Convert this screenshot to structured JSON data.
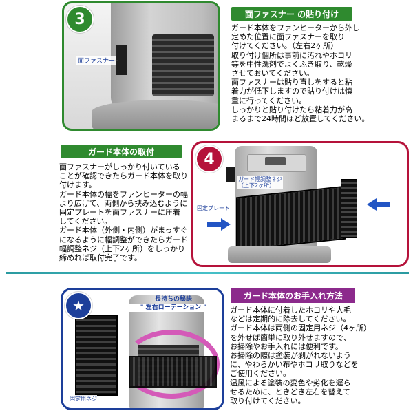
{
  "colors": {
    "green": "#2f8a2f",
    "red": "#b5123a",
    "blue": "#1d3f9a",
    "purple": "#8c2a8c",
    "teal": "#2a9aa0",
    "arrow": "#2255c4",
    "rotation": "#d45ab8"
  },
  "step3": {
    "badge": "3",
    "image_label": "面ファスナー",
    "title": "面ファスナー の貼り付け",
    "text": "ガード本体をファンヒーターから外し\n定めた位置に面ファスナーを取り\n付けてください。（左右2ヶ所）\n取り付け個所は事前に汚れやホコリ\n等を中性洗剤でよくふき取り、乾燥\nさせておいてください。\n面ファスナーは貼り直しをすると粘\n着力が低下しますので貼り付けは慎\n重に行ってください。\nしっかりと貼り付けたら粘着力が高\nまるまで24時間ほど放置してください。"
  },
  "step4": {
    "badge": "4",
    "title": "ガード本体の取付",
    "label_adjust": "ガード幅調整ネジ\n（上下2ヶ所）",
    "label_plate": "固定プレート",
    "text": "面ファスナーがしっかり付いている\nことが確認できたらガード本体を取り\n付けます。\nガード本体の幅をファンヒーターの幅\nより広げて、両側から挟み込むように\n固定プレートを面ファスナーに圧着\nしてください。\nガード本体（外側・内側）がまっすぐ\nになるように幅調整ができたらガード\n幅調整ネジ（上下2ヶ所）をしっかり\n締めれば取付完了です。"
  },
  "care": {
    "badge": "★",
    "rotation_title": "長持ちの秘訣",
    "rotation_sub": "\" 左右ローテーション \"",
    "label_screw": "固定用ネジ",
    "title": "ガード本体のお手入れ方法",
    "text": "ガード本体に付着したホコリや人毛\nなどは定期的に除去してください。\nガード本体は両側の固定用ネジ（4ヶ所）\nを外せば簡単に取り外せますので、\nお掃除やお手入れには便利です。\nお掃除の際は塗装が剥がれないよう\nに、やわらかい布やホコリ取りなどを\nご使用ください。\n温風による塗装の変色や劣化を遅ら\nせるために、ときどき左右を替えて\n取り付けてください。"
  }
}
